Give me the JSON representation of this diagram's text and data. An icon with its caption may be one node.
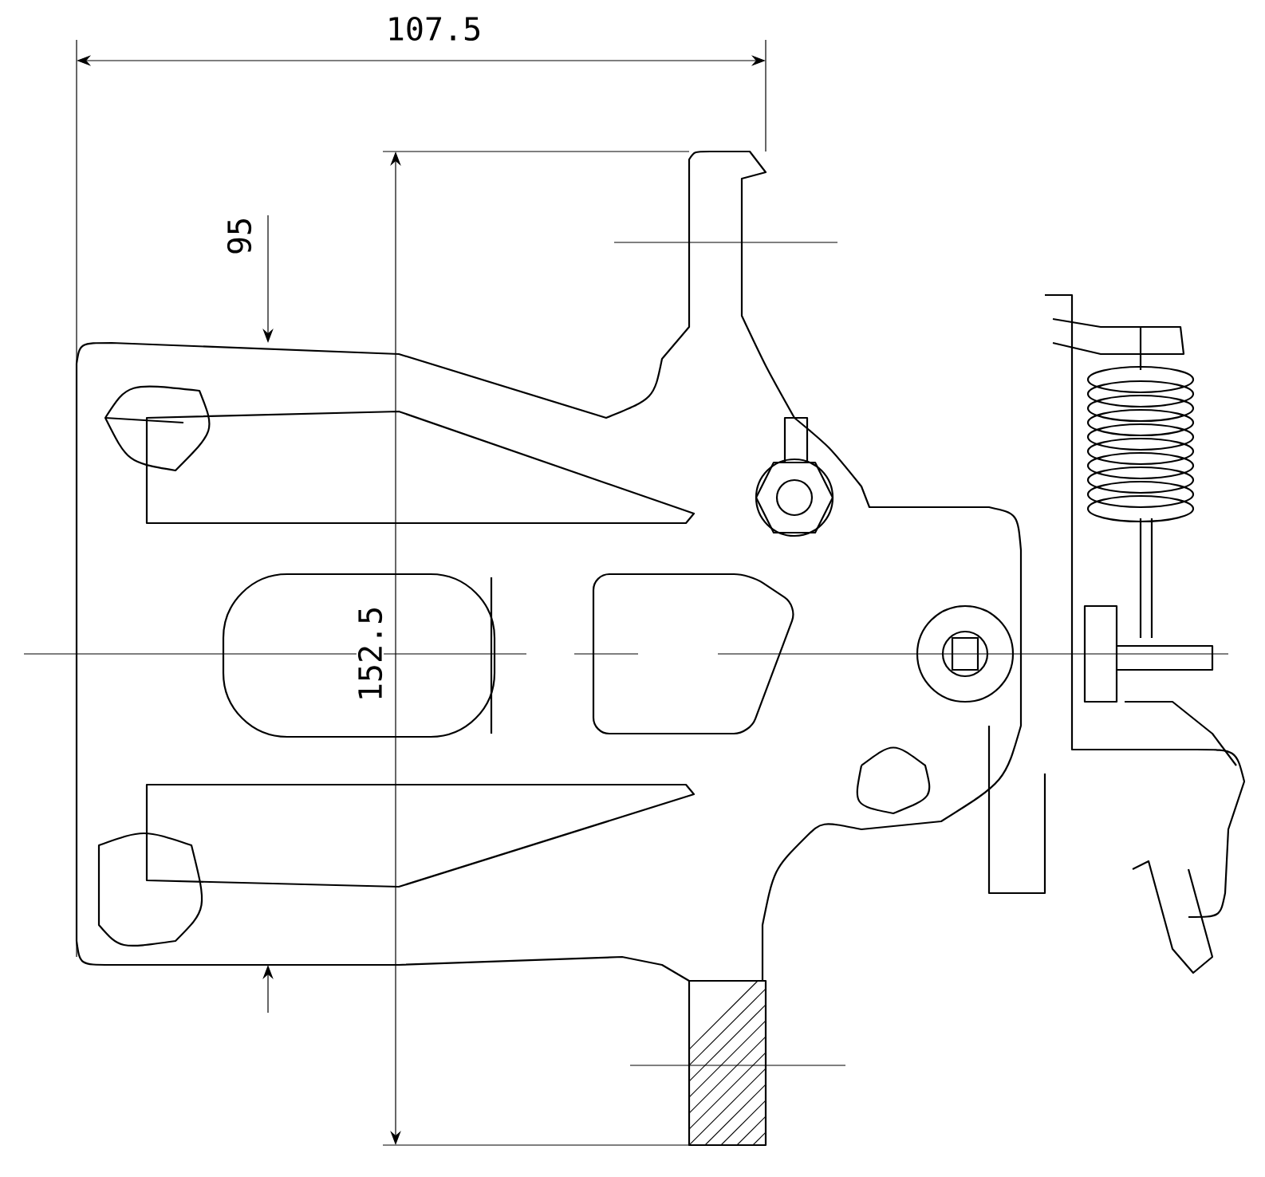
{
  "diagram": {
    "labels": [
      "107.5",
      "95",
      "152.5"
    ]
  }
}
